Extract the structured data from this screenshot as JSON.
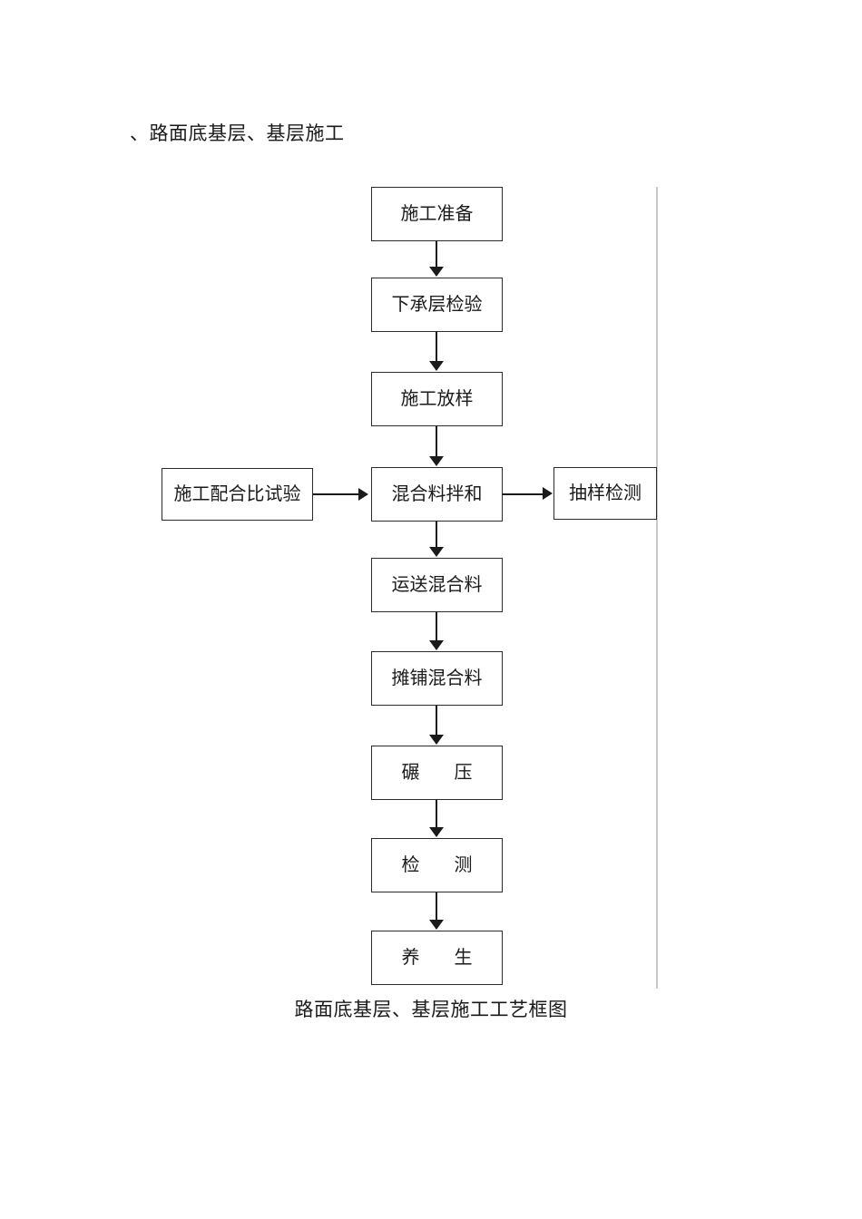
{
  "document": {
    "heading": "、路面底基层、基层施工",
    "caption": "路面底基层、基层施工工艺框图"
  },
  "flowchart": {
    "title": "路面底基层、基层施工工艺框图",
    "orientation": "top-to-bottom",
    "main_chain": [
      {
        "id": "prep",
        "label": "施工准备"
      },
      {
        "id": "subbase",
        "label": "下承层检验"
      },
      {
        "id": "setout",
        "label": "施工放样"
      },
      {
        "id": "mix",
        "label": "混合料拌和"
      },
      {
        "id": "haul",
        "label": "运送混合料"
      },
      {
        "id": "spread",
        "label": "摊铺混合料"
      },
      {
        "id": "roll",
        "label": "碾压"
      },
      {
        "id": "inspect",
        "label": "检测"
      },
      {
        "id": "cure",
        "label": "养生"
      }
    ],
    "side_nodes": [
      {
        "id": "design",
        "label": "施工配合比试验",
        "position": "left-of-mix"
      },
      {
        "id": "sample",
        "label": "抽样检测",
        "position": "right-of-mix"
      }
    ],
    "edges": [
      {
        "from": "prep",
        "to": "subbase",
        "type": "arrow-down"
      },
      {
        "from": "subbase",
        "to": "setout",
        "type": "arrow-down"
      },
      {
        "from": "setout",
        "to": "mix",
        "type": "arrow-down"
      },
      {
        "from": "design",
        "to": "mix",
        "type": "arrow-right"
      },
      {
        "from": "mix",
        "to": "sample",
        "type": "arrow-right"
      },
      {
        "from": "mix",
        "to": "haul",
        "type": "arrow-down"
      },
      {
        "from": "haul",
        "to": "spread",
        "type": "arrow-down"
      },
      {
        "from": "spread",
        "to": "roll",
        "type": "arrow-down"
      },
      {
        "from": "roll",
        "to": "inspect",
        "type": "arrow-down"
      },
      {
        "from": "inspect",
        "to": "cure",
        "type": "arrow-down"
      }
    ],
    "colors": {
      "box_border": "#2b2b2b",
      "box_fill": "#ffffff",
      "connector": "#1a1a1a",
      "text": "#1a1a1a",
      "side_rule": "#c8c8c8"
    }
  }
}
